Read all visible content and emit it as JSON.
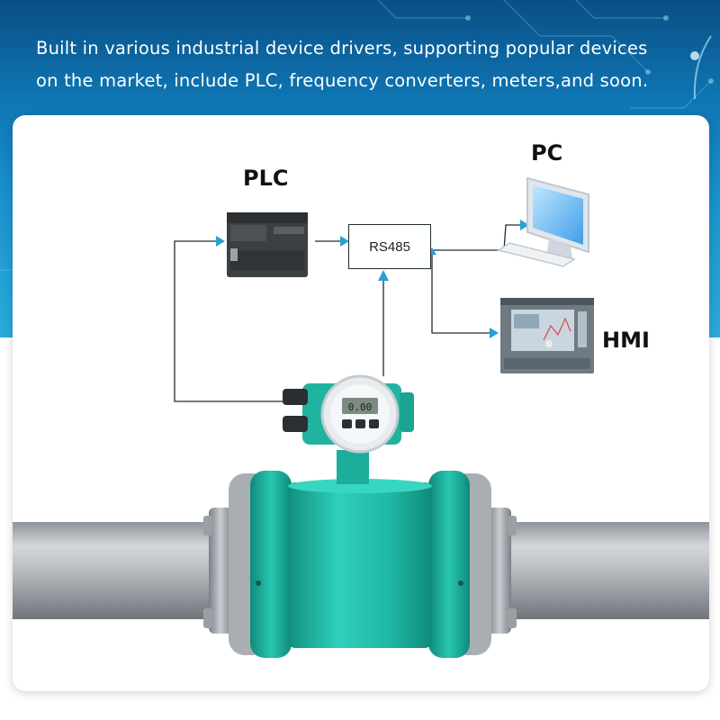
{
  "header": {
    "line1": "Built in various industrial device drivers, supporting popular devices",
    "line2": "on the market, include PLC, frequency converters, meters,and soon."
  },
  "diagram": {
    "plc_label": "PLC",
    "pc_label": "PC",
    "hmi_label": "HMI",
    "bus_label": "RS485",
    "meter_display": "0.00"
  },
  "colors": {
    "band_dark": "#0a4f86",
    "band_light": "#2aaad9",
    "meter_body": "#22b8a5",
    "arrow": "#2a9fd6",
    "line": "#1f2d2d"
  }
}
